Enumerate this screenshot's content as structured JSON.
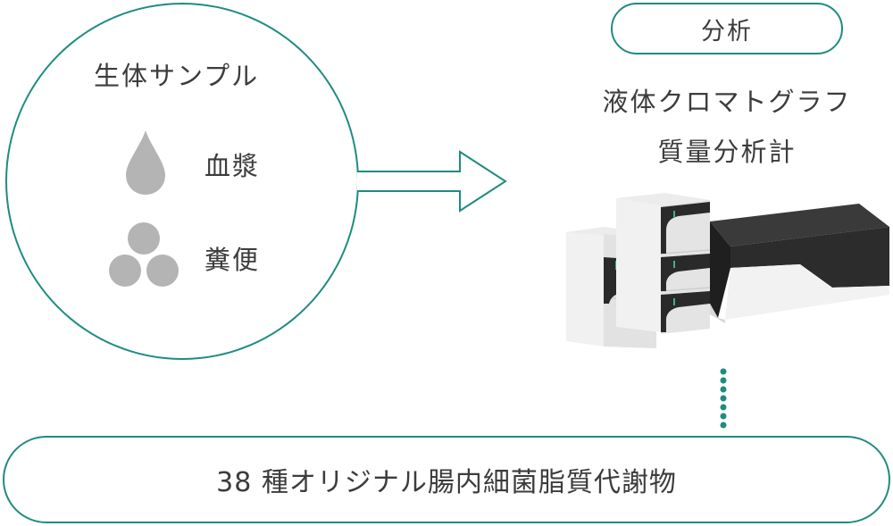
{
  "sample": {
    "title": "生体サンプル",
    "items": [
      {
        "label": "血漿",
        "icon": "droplet-icon"
      },
      {
        "label": "糞便",
        "icon": "three-circles-icon"
      }
    ]
  },
  "analysis": {
    "badge": "分析",
    "instrument_line1": "液体クロマトグラフ",
    "instrument_line2": "質量分析計"
  },
  "result": {
    "label": "38 種オリジナル腸内細菌脂質代謝物"
  },
  "colors": {
    "accent": "#1e8c80",
    "icon_gray": "#b4b4b4",
    "text": "#3c3c3c"
  }
}
